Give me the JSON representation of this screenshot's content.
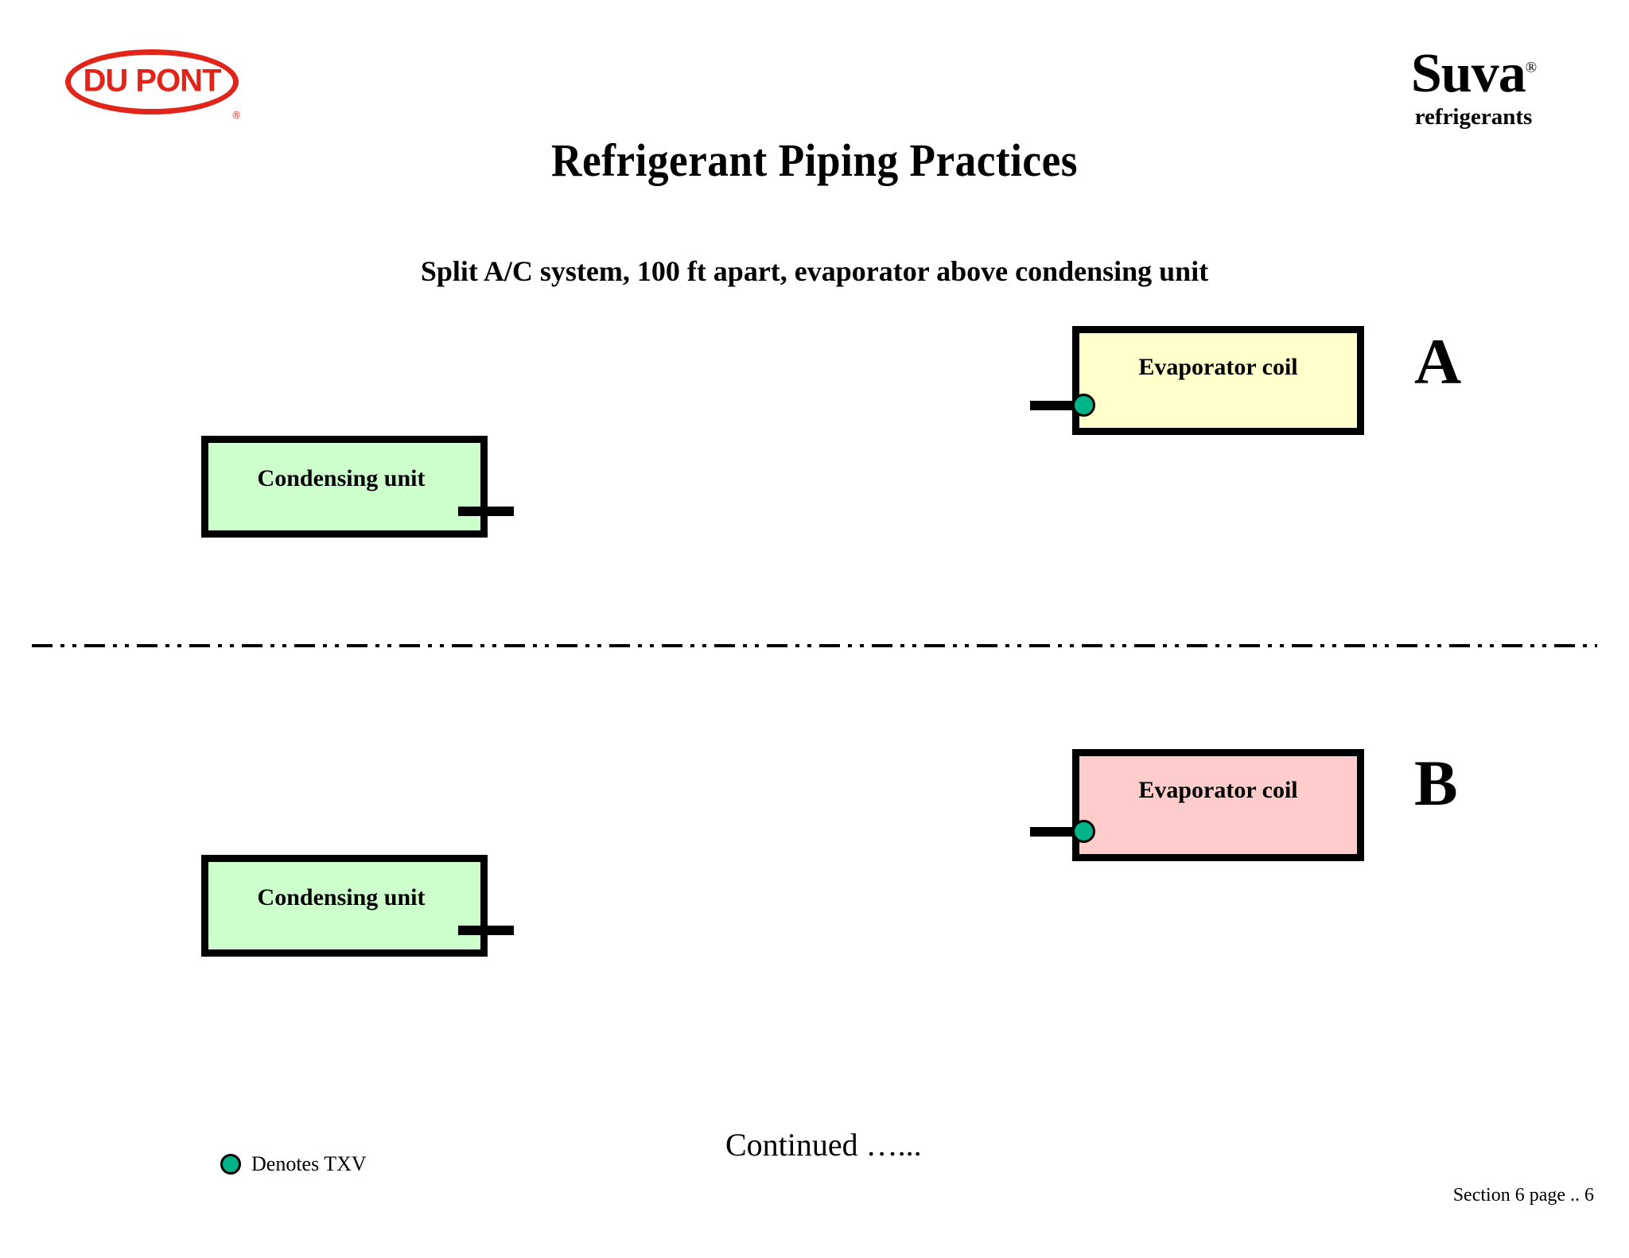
{
  "branding": {
    "dupont": {
      "name": "DU PONT",
      "trademark": "®",
      "color": "#e2251b"
    },
    "suva": {
      "name": "Suva",
      "trademark": "®",
      "tagline": "refrigerants"
    }
  },
  "header": {
    "title": "Refrigerant  Piping  Practices",
    "subtitle": "Split A/C system, 100 ft apart, evaporator above condensing unit"
  },
  "diagram": {
    "colors": {
      "evaporator_a_fill": "#ffffcc",
      "evaporator_b_fill": "#ffcccc",
      "condenser_fill": "#ccffcc",
      "txv_marker": "#00b388",
      "outline": "#000000"
    },
    "cases": [
      {
        "letter": "A",
        "evaporator_label": "Evaporator coil",
        "condenser_label": "Condensing unit"
      },
      {
        "letter": "B",
        "evaporator_label": "Evaporator coil",
        "condenser_label": "Condensing unit"
      }
    ]
  },
  "legend": {
    "txv_label": "Denotes TXV"
  },
  "footer": {
    "continued": "Continued …...",
    "page": "Section 6  page  .. 6"
  }
}
